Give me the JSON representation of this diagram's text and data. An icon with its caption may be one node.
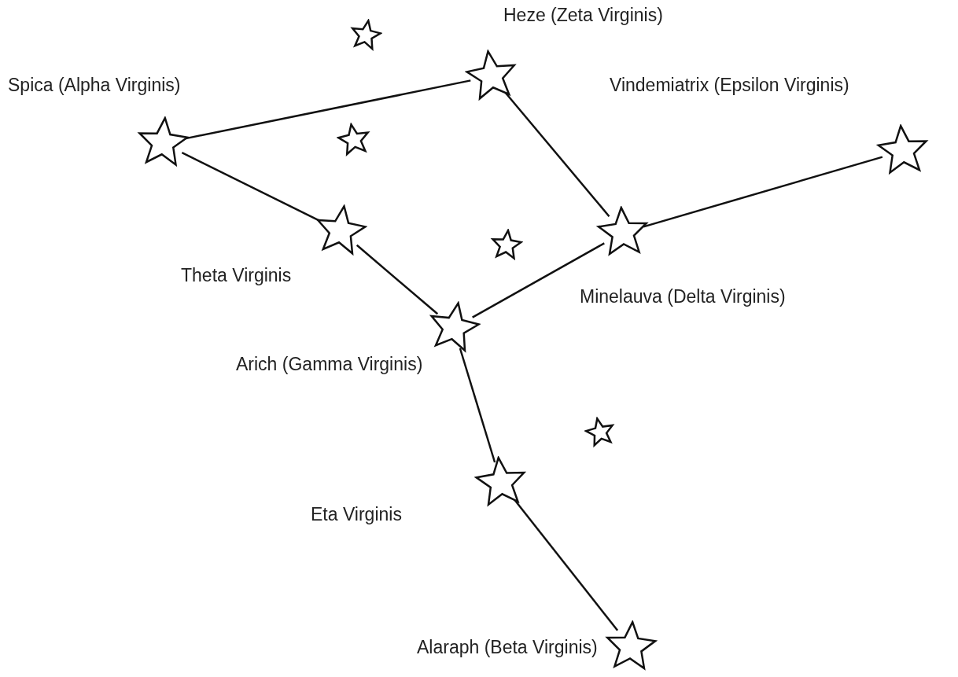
{
  "diagram": {
    "nodes": [
      {
        "text": [
          "Heze (Zeta Virginis)"
        ]
      },
      {
        "text": [],
        "shape": "star"
      },
      {
        "text": [
          "Spica (Alpha Virginis)"
        ]
      },
      {
        "text": [
          "Vindemiatrix (Epsilon Virginis)"
        ]
      },
      {
        "text": [],
        "shape": "star"
      },
      {
        "text": [
          "Theta Virginis"
        ]
      },
      {
        "text": [
          "Minelauva (Delta Virginis)"
        ]
      },
      {
        "text": [],
        "shape": "star"
      },
      {
        "text": [
          "Arich (Gamma Virginis)"
        ]
      },
      {
        "text": [],
        "shape": "star"
      },
      {
        "text": [
          "Eta Virginis"
        ]
      },
      {
        "text": [
          "Alaraph (Beta Virginis)"
        ]
      }
    ],
    "edges": [
      {
        "from": 2,
        "to": 0,
        "arrow": "none"
      },
      {
        "from": 0,
        "to": 6,
        "arrow": "none"
      },
      {
        "from": 2,
        "to": 5,
        "arrow": "none"
      },
      {
        "from": 5,
        "to": 8,
        "arrow": "none"
      },
      {
        "from": 8,
        "to": 6,
        "arrow": "none"
      },
      {
        "from": 6,
        "to": 3,
        "arrow": "none"
      },
      {
        "from": 8,
        "to": 10,
        "arrow": "none"
      },
      {
        "from": 10,
        "to": 11,
        "arrow": "none"
      }
    ]
  }
}
